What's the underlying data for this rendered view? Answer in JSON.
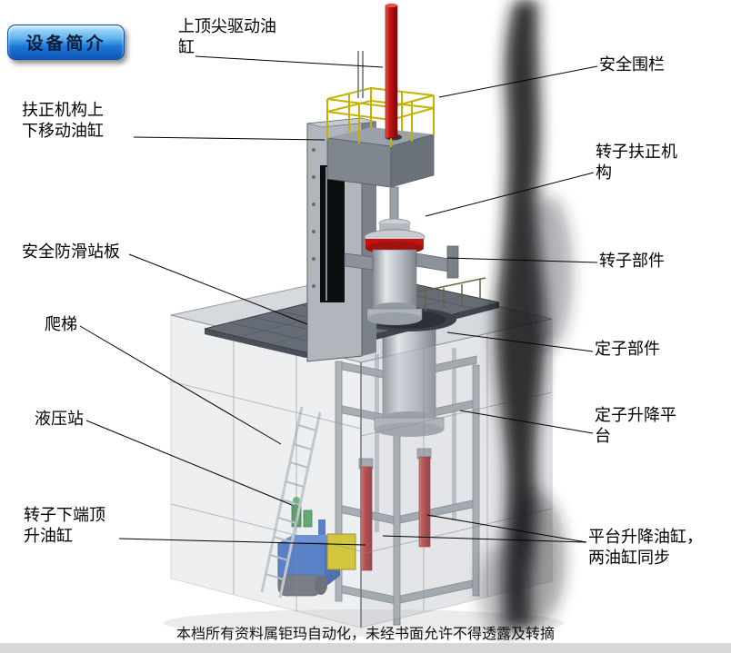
{
  "badge": {
    "label": "设备简介"
  },
  "labels": [
    {
      "id": "top-center-drive-cylinder",
      "text": "上顶尖驱动油\n缸"
    },
    {
      "id": "safety-fence",
      "text": "安全围栏"
    },
    {
      "id": "centering-mechanism-updown-cylinder",
      "text": "扶正机构上\n下移动油缸"
    },
    {
      "id": "rotor-centering-mechanism",
      "text": "转子扶正机\n构"
    },
    {
      "id": "safety-antislip-platform",
      "text": "安全防滑站板"
    },
    {
      "id": "rotor-component",
      "text": "转子部件"
    },
    {
      "id": "ladder",
      "text": "爬梯"
    },
    {
      "id": "stator-component",
      "text": "定子部件"
    },
    {
      "id": "hydraulic-station",
      "text": "液压站"
    },
    {
      "id": "stator-lift-platform",
      "text": "定子升降平\n台"
    },
    {
      "id": "rotor-bottom-jack-cylinder",
      "text": "转子下端顶\n升油缸"
    },
    {
      "id": "platform-lift-cylinders",
      "text": "平台升降油缸，\n两油缸同步"
    }
  ],
  "footer": {
    "text": "本档所有资料属钜玛自动化，未经书面允许不得透露及转摘"
  },
  "colors": {
    "badge_blue_top": "#b5e3fa",
    "badge_blue_bottom": "#0a55b8",
    "hydraulic_cylinder_red": "#c41212",
    "safety_railing_yellow": "#c3b200",
    "hydraulic_station_blue": "#2b62c4",
    "pump_green": "#2e8f3e",
    "machine_gray": "#aeb3ba",
    "platform_plate_gray": "#656c75"
  }
}
